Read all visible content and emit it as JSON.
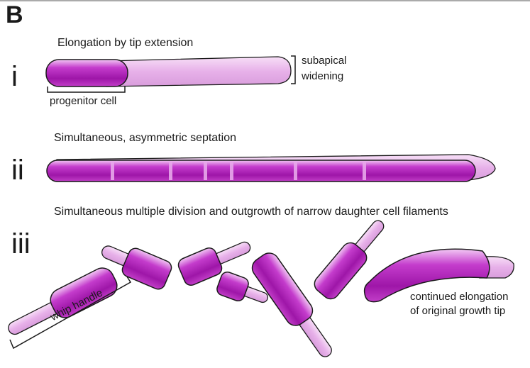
{
  "panel_label": "B",
  "stages": [
    {
      "numeral": "i",
      "title": "Elongation by tip extension"
    },
    {
      "numeral": "ii",
      "title": "Simultaneous, asymmetric septation"
    },
    {
      "numeral": "iii",
      "title": "Simultaneous multiple division and outgrowth of narrow daughter cell filaments"
    }
  ],
  "annotations": {
    "subapical_line1": "subapical",
    "subapical_line2": "widening",
    "progenitor": "progenitor cell",
    "whip_handle": "whip handle",
    "continued_line1": "continued elongation",
    "continued_line2": "of original growth tip"
  },
  "colors": {
    "dark_magenta": "#b51bbf",
    "light_magenta": "#ecbcec",
    "outline": "#1a1a1a",
    "septum": "#e7a7ea"
  }
}
